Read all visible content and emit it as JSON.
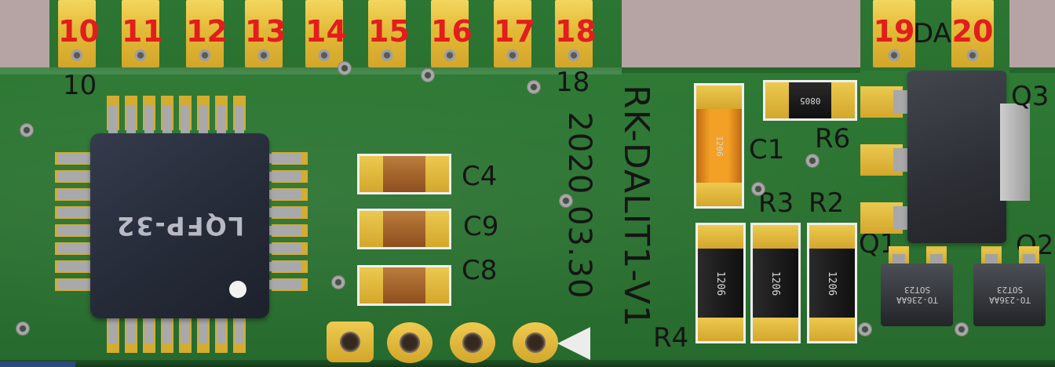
{
  "board": {
    "name": "RK-DALIT1-V1",
    "date": "2020.03.30"
  },
  "connector": {
    "top_pins": [
      "10",
      "11",
      "12",
      "13",
      "14",
      "15",
      "16",
      "17",
      "18"
    ],
    "right_pins": [
      "19",
      "20"
    ],
    "da_label": "DA"
  },
  "silkscreen": {
    "pin10": "10",
    "pin18": "18",
    "c4": "C4",
    "c9": "C9",
    "c8": "C8",
    "c1": "C1",
    "r6": "R6",
    "r3": "R3",
    "r2": "R2",
    "r4": "R4",
    "q1": "Q1",
    "q2": "Q2",
    "q3": "Q3"
  },
  "components": {
    "ic_label": "LQFP-32",
    "c1_marking": "1206",
    "r6_marking": "0805",
    "r_marking": "1206",
    "sot_line1": "SOT23",
    "sot_line2": "TO-236AA"
  },
  "colors": {
    "background": "#b6a4a5",
    "board_green": "#2b7231",
    "pad_gold": "#ddb231",
    "silkscreen_white": "#efefef",
    "red_numbers": "#e21d1d",
    "black_text": "#151515",
    "ic_body": "#262b38",
    "component_orange": "#f2a026",
    "component_black": "#161616",
    "component_brown": "#a0622c",
    "pin_gray": "#a9a9ab"
  }
}
